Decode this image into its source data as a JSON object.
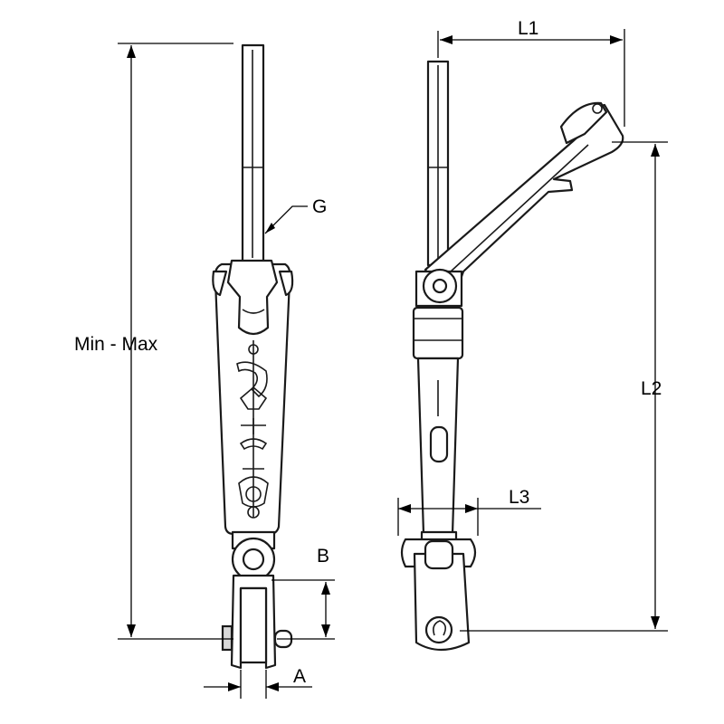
{
  "labels": {
    "min_max": "Min - Max",
    "g": "G",
    "b": "B",
    "a": "A",
    "l1": "L1",
    "l2": "L2",
    "l3": "L3"
  }
}
